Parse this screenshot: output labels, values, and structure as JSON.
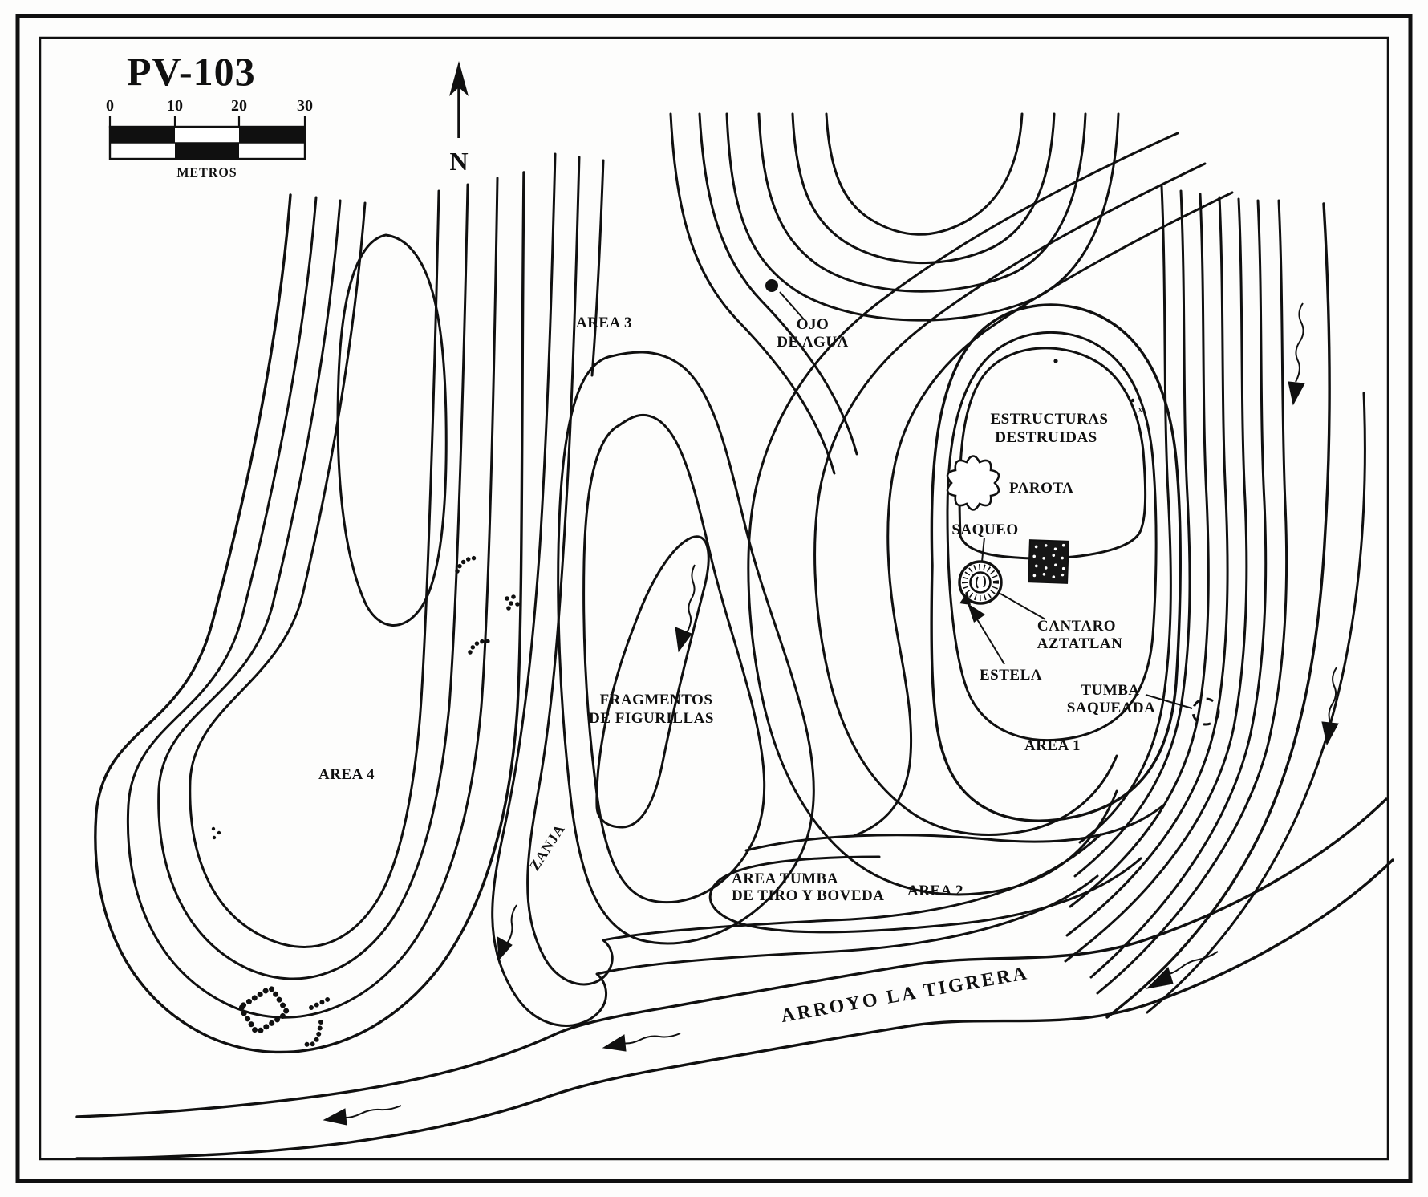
{
  "colors": {
    "ink": "#101010",
    "paper": "#ffffff"
  },
  "title": "PV-103",
  "scale_bar": {
    "ticks": [
      "0",
      "10",
      "20",
      "30"
    ],
    "unit": "METROS"
  },
  "north": "N",
  "labels": {
    "area1": "AREA 1",
    "area2": "AREA 2",
    "area3": "AREA 3",
    "area4": "AREA 4",
    "ojo_line1": "OJO",
    "ojo_line2": "DE AGUA",
    "estructuras_line1": "ESTRUCTURAS",
    "estructuras_line2": "DESTRUIDAS",
    "parota": "PAROTA",
    "saqueo": "SAQUEO",
    "cantaro_line1": "CANTARO",
    "cantaro_line2": "AZTATLAN",
    "estela": "ESTELA",
    "tumba_line1": "TUMBA",
    "tumba_line2": "SAQUEADA",
    "fragmentos_line1": "FRAGMENTOS",
    "fragmentos_line2": "DE FIGURILLAS",
    "area_tumba_line1": "AREA TUMBA",
    "area_tumba_line2": "DE TIRO Y BOVEDA",
    "zanja": "ZANJA",
    "arroyo": "ARROYO LA TIGRERA"
  }
}
